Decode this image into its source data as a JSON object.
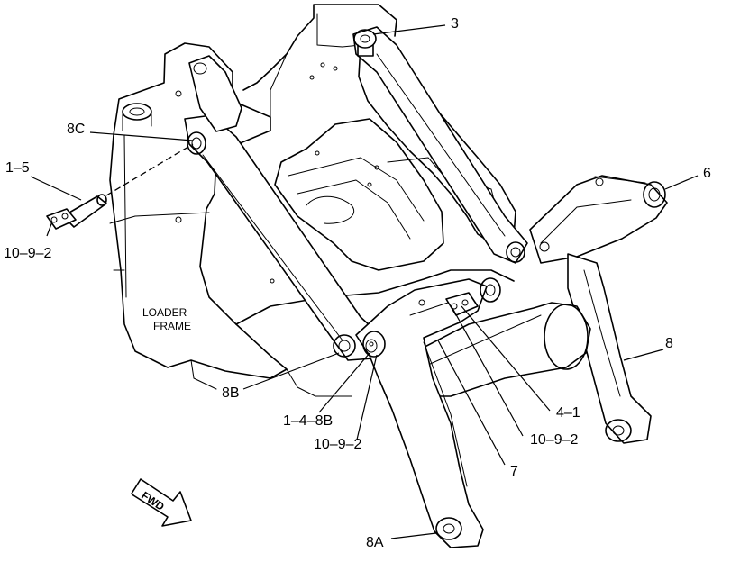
{
  "frame_label": {
    "line1": "LOADER",
    "line2": "FRAME"
  },
  "fwd_label": "FWD",
  "callouts": {
    "c3": "3",
    "c6": "6",
    "c8": "8",
    "c8C": "8C",
    "c1_5": "1–5",
    "c10_9_2_left": "10–9–2",
    "c8B": "8B",
    "c1_4_8B": "1–4–8B",
    "c10_9_2_mid": "10–9–2",
    "c4_1": "4–1",
    "c10_9_2_right": "10–9–2",
    "c7": "7",
    "c8A": "8A"
  }
}
